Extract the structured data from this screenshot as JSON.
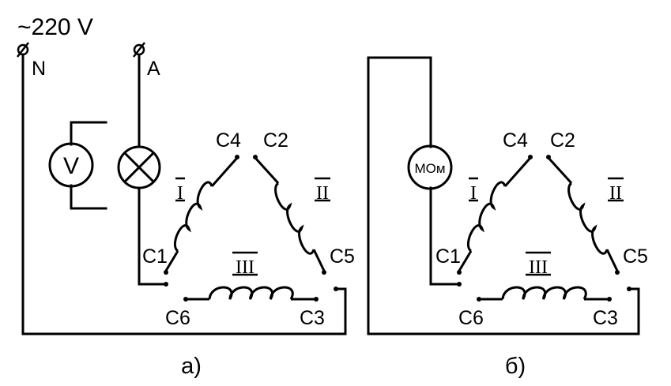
{
  "supply": {
    "voltage": "~220 V",
    "neutral_label": "N",
    "phase_label": "A"
  },
  "circuit_a": {
    "voltmeter_symbol": "V",
    "terminals": {
      "c1": "C1",
      "c2": "C2",
      "c3": "C3",
      "c4": "C4",
      "c5": "C5",
      "c6": "C6"
    },
    "windings": {
      "w1": "I",
      "w2": "II",
      "w3": "III"
    },
    "caption": "а)"
  },
  "circuit_b": {
    "meter_symbol": "МОм",
    "terminals": {
      "c1": "C1",
      "c2": "C2",
      "c3": "C3",
      "c4": "C4",
      "c5": "C5",
      "c6": "C6"
    },
    "windings": {
      "w1": "I",
      "w2": "II",
      "w3": "III"
    },
    "caption": "б)"
  }
}
